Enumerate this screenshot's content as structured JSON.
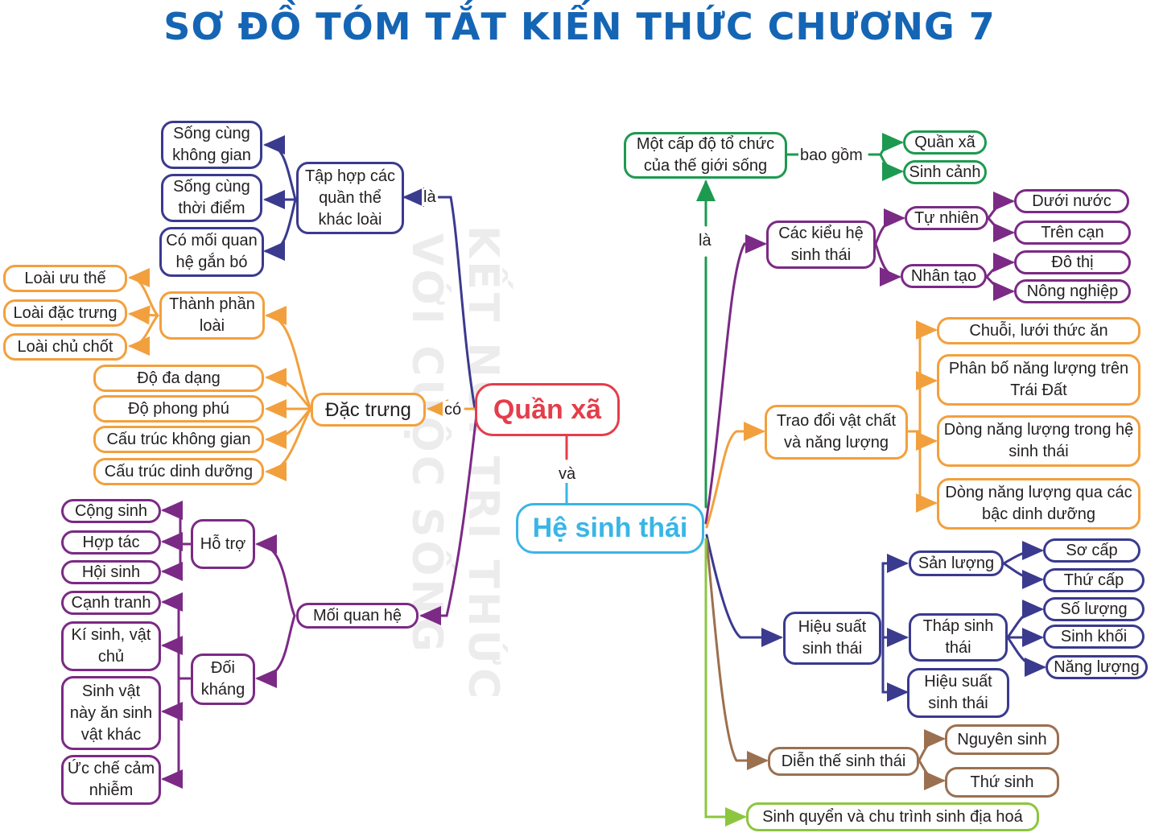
{
  "title": "SƠ ĐỒ TÓM TẮT KIẾN THỨC CHƯƠNG 7",
  "watermark": {
    "line1": "KẾT NỐI TRI THỨC",
    "line2": "VỚI CUỘC SỐNG"
  },
  "colors": {
    "title": "#1565b5",
    "navy": "#3a3a8f",
    "orange": "#f2a03d",
    "purple": "#7b2a85",
    "green": "#1d9a50",
    "brown": "#9b7050",
    "light_green": "#8cc63f",
    "red": "#e53d4b",
    "cyan": "#39b6e6"
  },
  "center": {
    "quan_xa": "Quần xã",
    "he_sinh_thai": "Hệ sinh thái",
    "link": "và"
  },
  "left": {
    "la_label": "là",
    "co_label": "có",
    "tap_hop": "Tập hợp các quần thể khác loài",
    "tap_hop_items": [
      "Sống cùng không gian",
      "Sống cùng thời điểm",
      "Có mối quan hệ gắn bó"
    ],
    "dac_trung": "Đặc trưng",
    "thanh_phan": "Thành phần loài",
    "thanh_phan_items": [
      "Loài ưu thế",
      "Loài đặc trưng",
      "Loài chủ chốt"
    ],
    "dac_trung_items": [
      "Độ đa dạng",
      "Độ phong phú",
      "Cấu trúc không gian",
      "Cấu trúc dinh dưỡng"
    ],
    "moi_quan_he": "Mối quan hệ",
    "ho_tro": "Hỗ trợ",
    "ho_tro_items": [
      "Cộng sinh",
      "Hợp tác",
      "Hội sinh"
    ],
    "doi_khang": "Đối kháng",
    "doi_khang_items": [
      "Cạnh tranh",
      "Kí sinh, vật chủ",
      "Sinh vật này ăn sinh vật khác",
      "Ức chế cảm nhiễm"
    ]
  },
  "right": {
    "la_label": "là",
    "cap_do": "Một cấp độ tổ chức của thế giới sống",
    "bao_gom_label": "bao gồm",
    "bao_gom_items": [
      "Quần xã",
      "Sinh cảnh"
    ],
    "cac_kieu": "Các kiểu hệ sinh thái",
    "tu_nhien": "Tự nhiên",
    "tu_nhien_items": [
      "Dưới nước",
      "Trên cạn"
    ],
    "nhan_tao": "Nhân tạo",
    "nhan_tao_items": [
      "Đô thị",
      "Nông nghiệp"
    ],
    "trao_doi": "Trao đổi vật chất và năng lượng",
    "trao_doi_items": [
      "Chuỗi, lưới thức ăn",
      "Phân bố năng lượng trên Trái Đất",
      "Dòng năng lượng trong hệ sinh thái",
      "Dòng năng lượng qua các bậc dinh dưỡng"
    ],
    "hieu_suat": "Hiệu suất sinh thái",
    "san_luong": "Sản lượng",
    "san_luong_items": [
      "Sơ cấp",
      "Thứ cấp"
    ],
    "thap": "Tháp sinh thái",
    "thap_items": [
      "Số lượng",
      "Sinh khối",
      "Năng lượng"
    ],
    "hieu_suat_child": "Hiệu suất sinh thái",
    "dien_the": "Diễn thế sinh thái",
    "dien_the_items": [
      "Nguyên sinh",
      "Thứ sinh"
    ],
    "sinh_quyen": "Sinh quyển và chu trình sinh địa hoá"
  }
}
